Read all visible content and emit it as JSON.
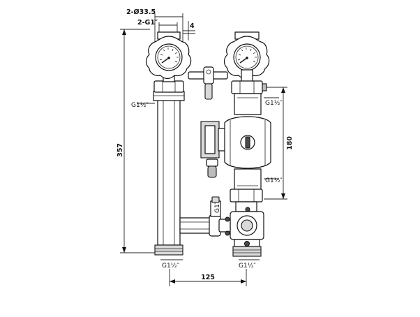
{
  "labels": {
    "outlet_bore": "2-Ø33.5",
    "outlet_thread": "2-G1″",
    "gap_top": "4",
    "height_total": "357",
    "thread_left_upper": "G1½″",
    "thread_right_upper": "G1½″",
    "thread_right_lower": "G1½″",
    "pump_span": "180",
    "bypass_thread": "G1″",
    "thread_bottom_left": "G1½″",
    "thread_bottom_right": "G1½″",
    "center_distance": "125"
  }
}
